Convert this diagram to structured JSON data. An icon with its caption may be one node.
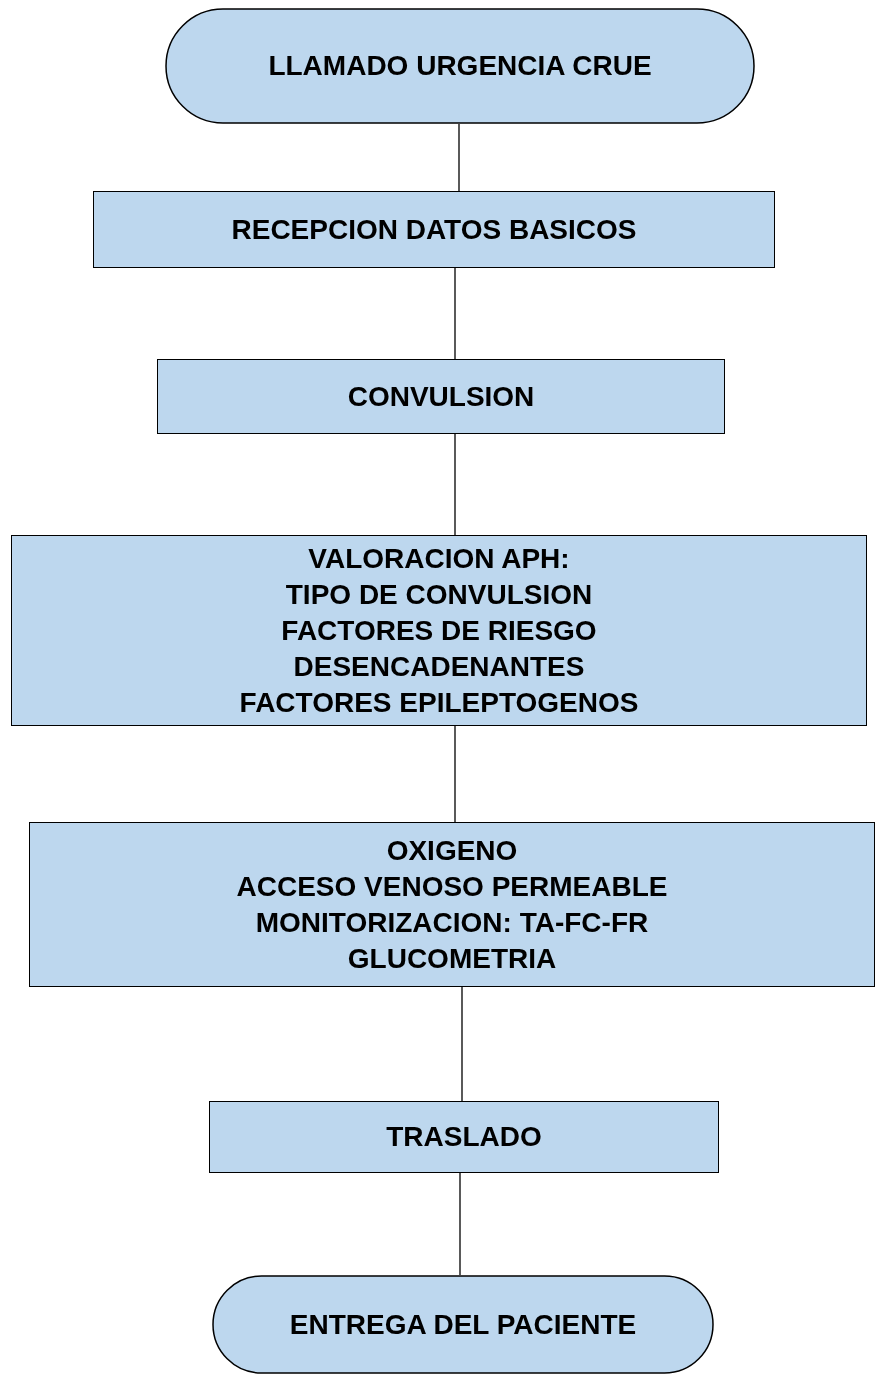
{
  "diagram": {
    "nodes": [
      {
        "text": [
          "LLAMADO URGENCIA CRUE"
        ]
      },
      {
        "text": [
          "RECEPCION DATOS BASICOS"
        ]
      },
      {
        "text": [
          "CONVULSION"
        ]
      },
      {
        "text": [
          "VALORACION APH:",
          "TIPO DE CONVULSION",
          "FACTORES DE RIESGO",
          "DESENCADENANTES",
          "FACTORES EPILEPTOGENOS"
        ]
      },
      {
        "text": [
          "OXIGENO",
          "ACCESO VENOSO PERMEABLE",
          "MONITORIZACION: TA-FC-FR",
          "GLUCOMETRIA"
        ]
      },
      {
        "text": [
          "TRASLADO"
        ]
      },
      {
        "text": [
          "ENTREGA DEL PACIENTE"
        ]
      }
    ],
    "edges": [
      {
        "from": 0,
        "to": 1,
        "arrow": "none"
      },
      {
        "from": 1,
        "to": 2,
        "arrow": "none"
      },
      {
        "from": 2,
        "to": 3,
        "arrow": "none"
      },
      {
        "from": 3,
        "to": 4,
        "arrow": "none"
      },
      {
        "from": 4,
        "to": 5,
        "arrow": "none"
      },
      {
        "from": 5,
        "to": 6,
        "arrow": "none"
      }
    ]
  }
}
